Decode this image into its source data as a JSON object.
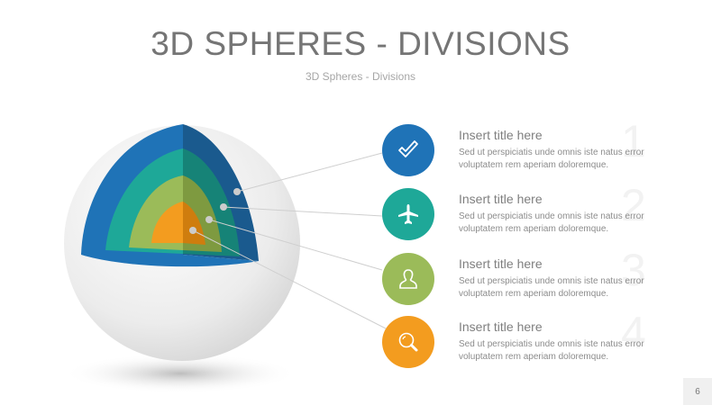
{
  "slide": {
    "title": "3D SPHERES - DIVISIONS",
    "subtitle": "3D Spheres - Divisions",
    "page_number": "6"
  },
  "colors": {
    "layer1": "#1f73b7",
    "layer1_dark": "#1a5a8e",
    "layer2": "#1ea898",
    "layer2_dark": "#168377",
    "layer3": "#9bbb59",
    "layer3_dark": "#7e9a40",
    "layer4": "#f39c1f",
    "layer4_dark": "#cf7d0e",
    "sphere": "#eeeeee"
  },
  "items": [
    {
      "number": "1",
      "title": "Insert title here",
      "body": "Sed ut perspiciatis unde omnis iste natus error voluptatem rem aperiam doloremque.",
      "icon": "check-icon",
      "color": "#1f73b7"
    },
    {
      "number": "2",
      "title": "Insert title here",
      "body": "Sed ut perspiciatis unde omnis iste natus error voluptatem rem aperiam doloremque.",
      "icon": "airplane-icon",
      "color": "#1ea898"
    },
    {
      "number": "3",
      "title": "Insert title here",
      "body": "Sed ut perspiciatis unde omnis iste natus error voluptatem rem aperiam doloremque.",
      "icon": "user-icon",
      "color": "#9bbb59"
    },
    {
      "number": "4",
      "title": "Insert title here",
      "body": "Sed ut perspiciatis unde omnis iste natus error voluptatem rem aperiam doloremque.",
      "icon": "search-icon",
      "color": "#f39c1f"
    }
  ]
}
